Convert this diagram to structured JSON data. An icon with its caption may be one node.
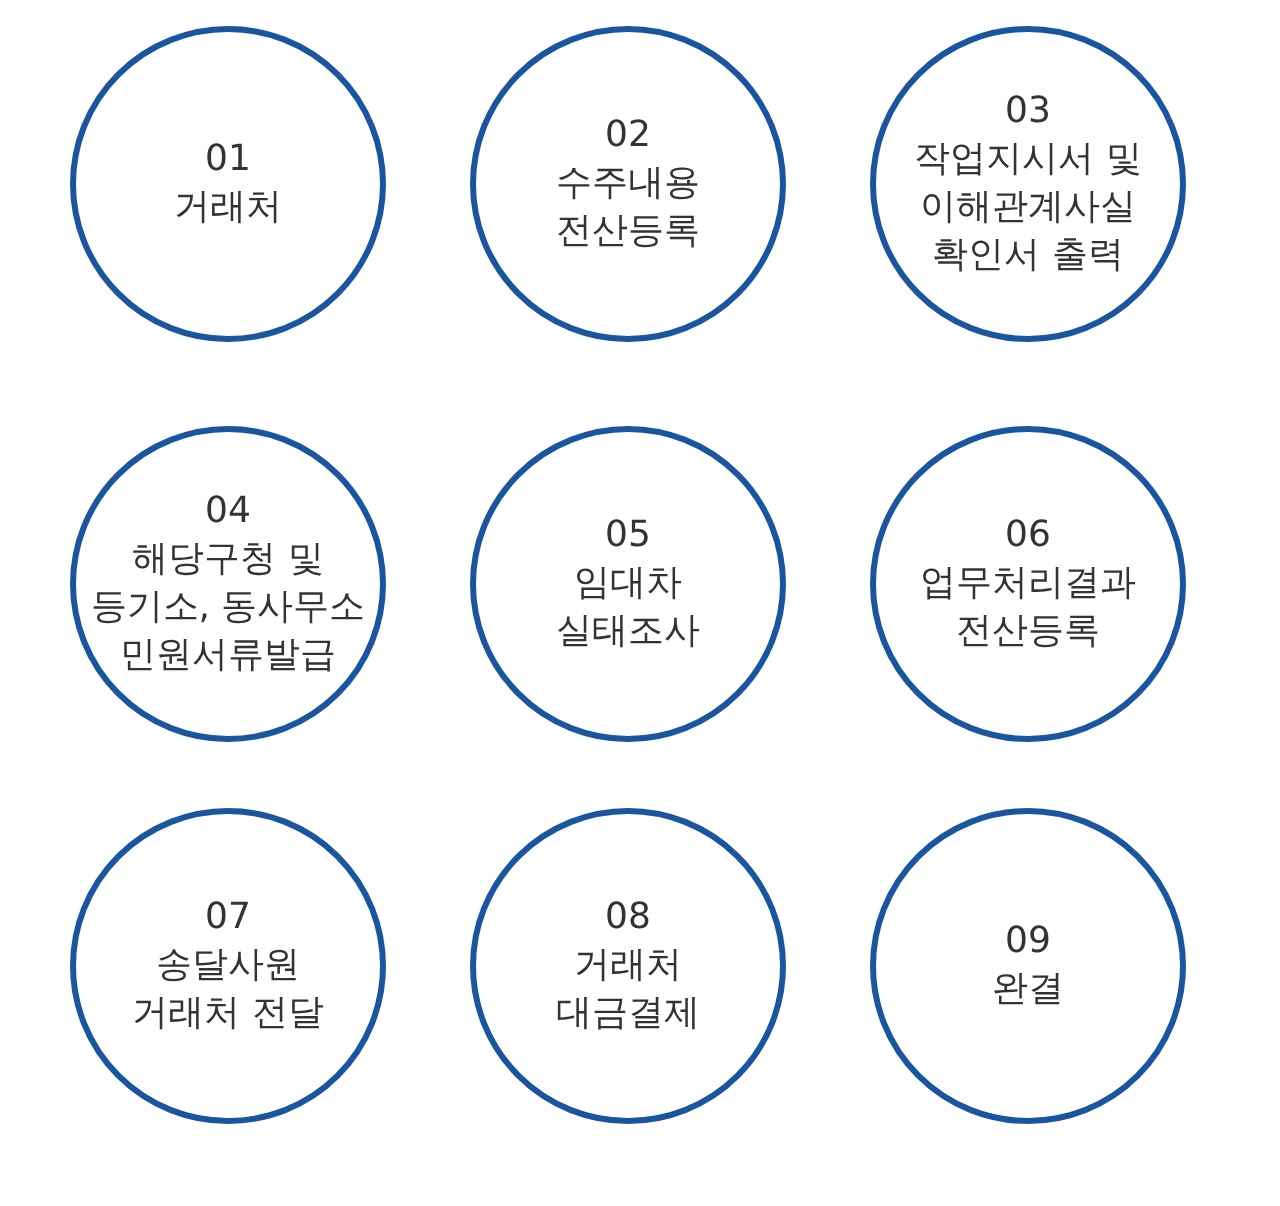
{
  "diagram": {
    "nodes": [
      {
        "text": [
          "01",
          "거래처"
        ]
      },
      {
        "text": [
          "02",
          "수주내용 전산등록"
        ]
      },
      {
        "text": [
          "03",
          "작업지시서 및 이해관계사실 확인서 출력"
        ]
      },
      {
        "text": [
          "04",
          "해당구청 및 등기소, 동사무소 민원서류발급"
        ]
      },
      {
        "text": [
          "05",
          "임대차 실태조사"
        ]
      },
      {
        "text": [
          "06",
          "업무처리결과 전산등록"
        ]
      },
      {
        "text": [
          "07",
          "송달사원 거래처 전달"
        ]
      },
      {
        "text": [
          "08",
          "거래처 대금결제"
        ]
      },
      {
        "text": [
          "09",
          "완결"
        ]
      }
    ],
    "edges": []
  }
}
